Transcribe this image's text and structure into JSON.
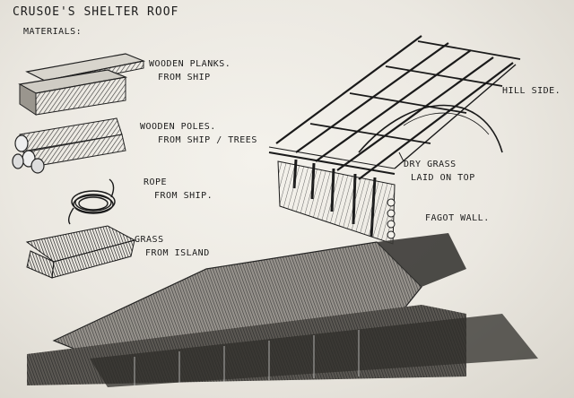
{
  "title": "CRUSOE'S SHELTER ROOF",
  "materials_heading": "MATERIALS:",
  "materials": [
    {
      "line1": "WOODEN PLANKS.",
      "line2": "FROM SHIP"
    },
    {
      "line1": "WOODEN POLES.",
      "line2": "FROM SHIP / TREES"
    },
    {
      "line1": "ROPE",
      "line2": "FROM SHIP."
    },
    {
      "line1": "GRASS",
      "line2": "FROM ISLAND"
    }
  ],
  "annotations": {
    "hill_side": "HILL SIDE.",
    "dry_grass_1": "DRY GRASS",
    "dry_grass_2": "LAID ON TOP",
    "fagot_wall": "FAGOT WALL."
  }
}
